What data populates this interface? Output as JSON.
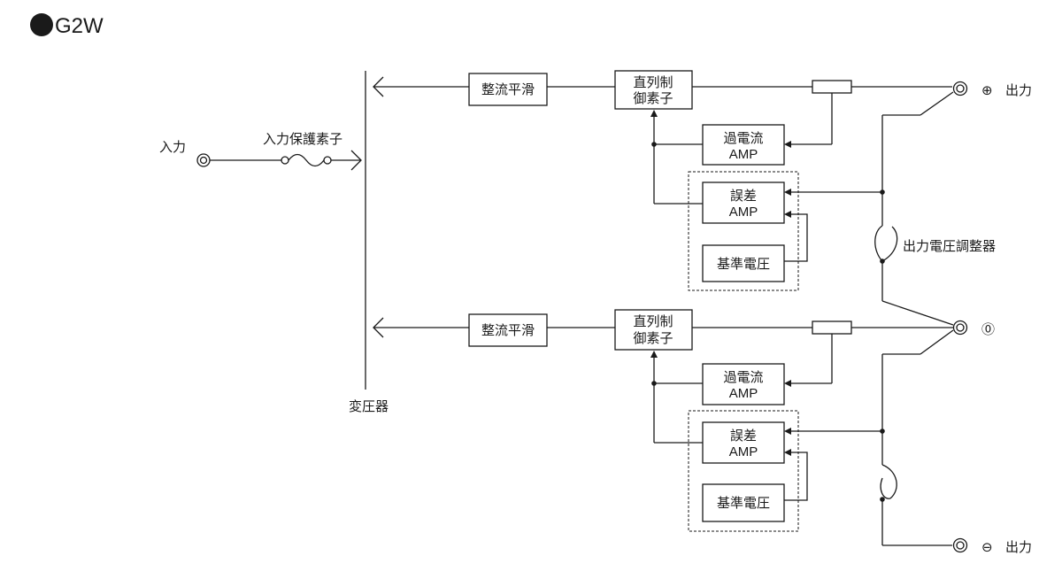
{
  "title": "G2W",
  "labels": {
    "input": "入力",
    "input_protection": "入力保護素子",
    "transformer": "変圧器",
    "output": "出力",
    "output_voltage_adjuster": "出力電圧調整器",
    "plus_symbol": "⊕",
    "zero_symbol": "⓪",
    "minus_symbol": "⊖"
  },
  "blocks": {
    "rectifier": "整流平滑",
    "series_control_1": "直列制",
    "series_control_2": "御素子",
    "overcurrent": "過電流",
    "error": "誤差",
    "amp": "AMP",
    "reference": "基準電圧"
  },
  "colors": {
    "ink": "#1a1a1a",
    "background": "#ffffff"
  }
}
